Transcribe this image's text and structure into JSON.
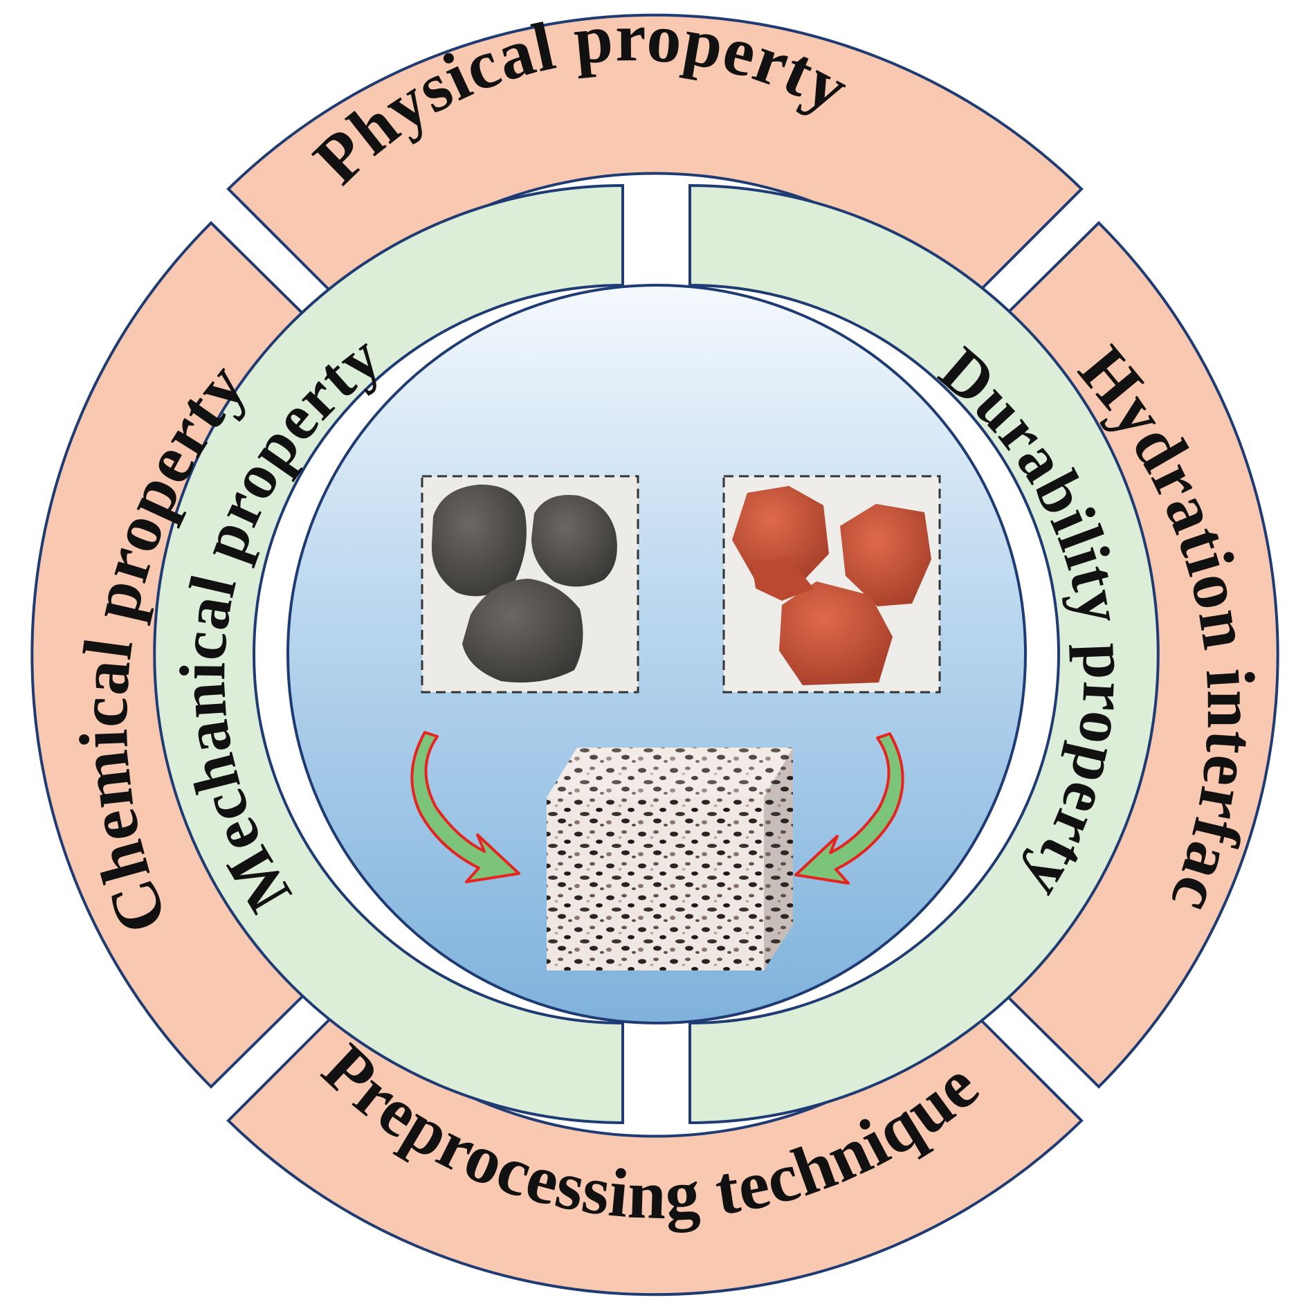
{
  "outer_ring": {
    "top": "Physical property",
    "right": "Hydration interface",
    "bottom": "Preprocessing techniques",
    "left": "Chemical property"
  },
  "inner_ring": {
    "left": "Mechanical property",
    "right": "Durability property"
  },
  "colors": {
    "outer_segment": "#f8c9b0",
    "outer_stroke": "#1f3b73",
    "inner_ring": "#ddeed8",
    "inner_stroke": "#1f3b73",
    "center_top": "#f4f9fd",
    "center_bottom": "#7fb2dc",
    "arrow_fill": "#7cc47a",
    "arrow_stroke": "#e8221f",
    "dark_stone": "#55524f",
    "red_stone": "#c9553a"
  },
  "icons": {
    "left_sample": "dark-gray-aggregate-photo",
    "right_sample": "red-aggregate-photo",
    "product": "porous-concrete-cube",
    "arrows": "curved-arrow"
  }
}
